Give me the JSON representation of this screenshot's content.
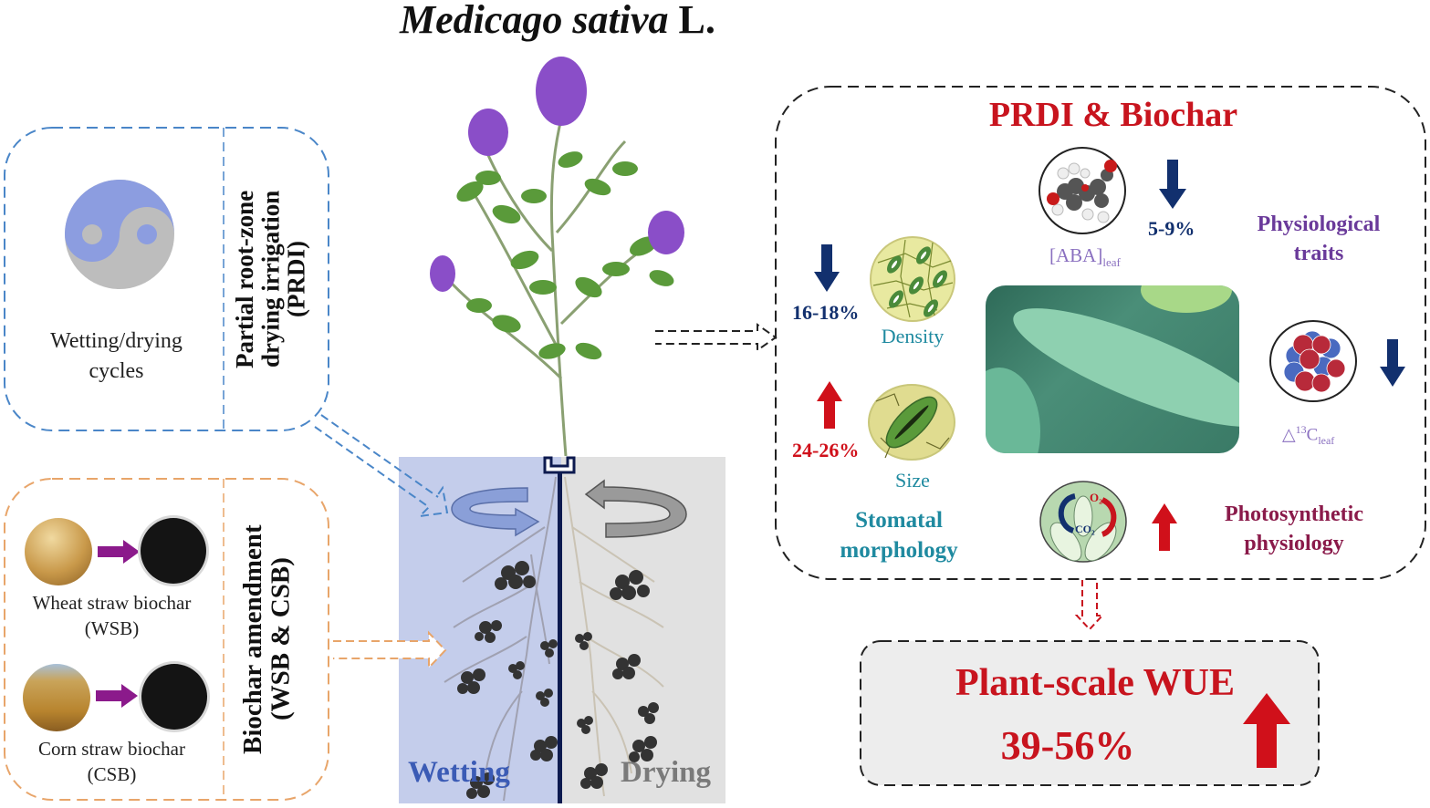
{
  "title": {
    "italic": "Medicago sativa",
    "suffix": " L."
  },
  "prdi_box": {
    "caption_line1": "Wetting/drying",
    "caption_line2": "cycles",
    "vertical_title_line1": "Partial root-zone",
    "vertical_title_line2": "drying irrigation",
    "vertical_title_line3": "(PRDI)",
    "icon": "yin-yang-icon",
    "colors": {
      "wet": "#8c9de0",
      "dry": "#bdbdbd",
      "border": "#4a86c8"
    }
  },
  "biochar_box": {
    "items": [
      {
        "label_line1": "Wheat straw biochar",
        "label_line2": "(WSB)"
      },
      {
        "label_line1": "Corn straw biochar",
        "label_line2": "(CSB)"
      }
    ],
    "vertical_title_line1": "Biochar amendment",
    "vertical_title_line2": "(WSB & CSB)",
    "colors": {
      "border": "#e8a56a",
      "arrow": "#8b1a8b"
    }
  },
  "root_zone": {
    "wet_label": "Wetting",
    "dry_label": "Drying",
    "colors": {
      "wet_bg": "#c4cdeb",
      "dry_bg": "#e1e1e1",
      "wet_text": "#3b5bb5",
      "dry_text": "#7a7a7a",
      "divider": "#0d1a4f"
    }
  },
  "effects_box": {
    "title": "PRDI & Biochar",
    "aba": {
      "label": "[ABA]",
      "sub": "leaf",
      "change": "5-9%",
      "direction": "down"
    },
    "physiological_traits": {
      "line1": "Physiological",
      "line2": "traits"
    },
    "density": {
      "label": "Density",
      "change": "16-18%",
      "direction": "down"
    },
    "size": {
      "label": "Size",
      "change": "24-26%",
      "direction": "up"
    },
    "stomatal": {
      "line1": "Stomatal",
      "line2": "morphology"
    },
    "carbon_isotope": {
      "prefix": "△",
      "sup": "13",
      "main": "C",
      "sub": "leaf",
      "direction": "down"
    },
    "photosynthesis": {
      "line1": "Photosynthetic",
      "line2": "physiology",
      "direction": "up",
      "o2": "O₂",
      "co2": "CO₂"
    },
    "colors": {
      "title": "#c8141e",
      "down": "#12306e",
      "up": "#d0101a",
      "purple": "#6a3a9a",
      "teal": "#1f8aa0",
      "maroon": "#8a1a4a",
      "lavender": "#8a70c0"
    }
  },
  "wue_box": {
    "line1": "Plant-scale WUE",
    "line2": "39-56%",
    "direction": "up",
    "colors": {
      "text": "#c8141e",
      "bg": "#ededed"
    }
  }
}
